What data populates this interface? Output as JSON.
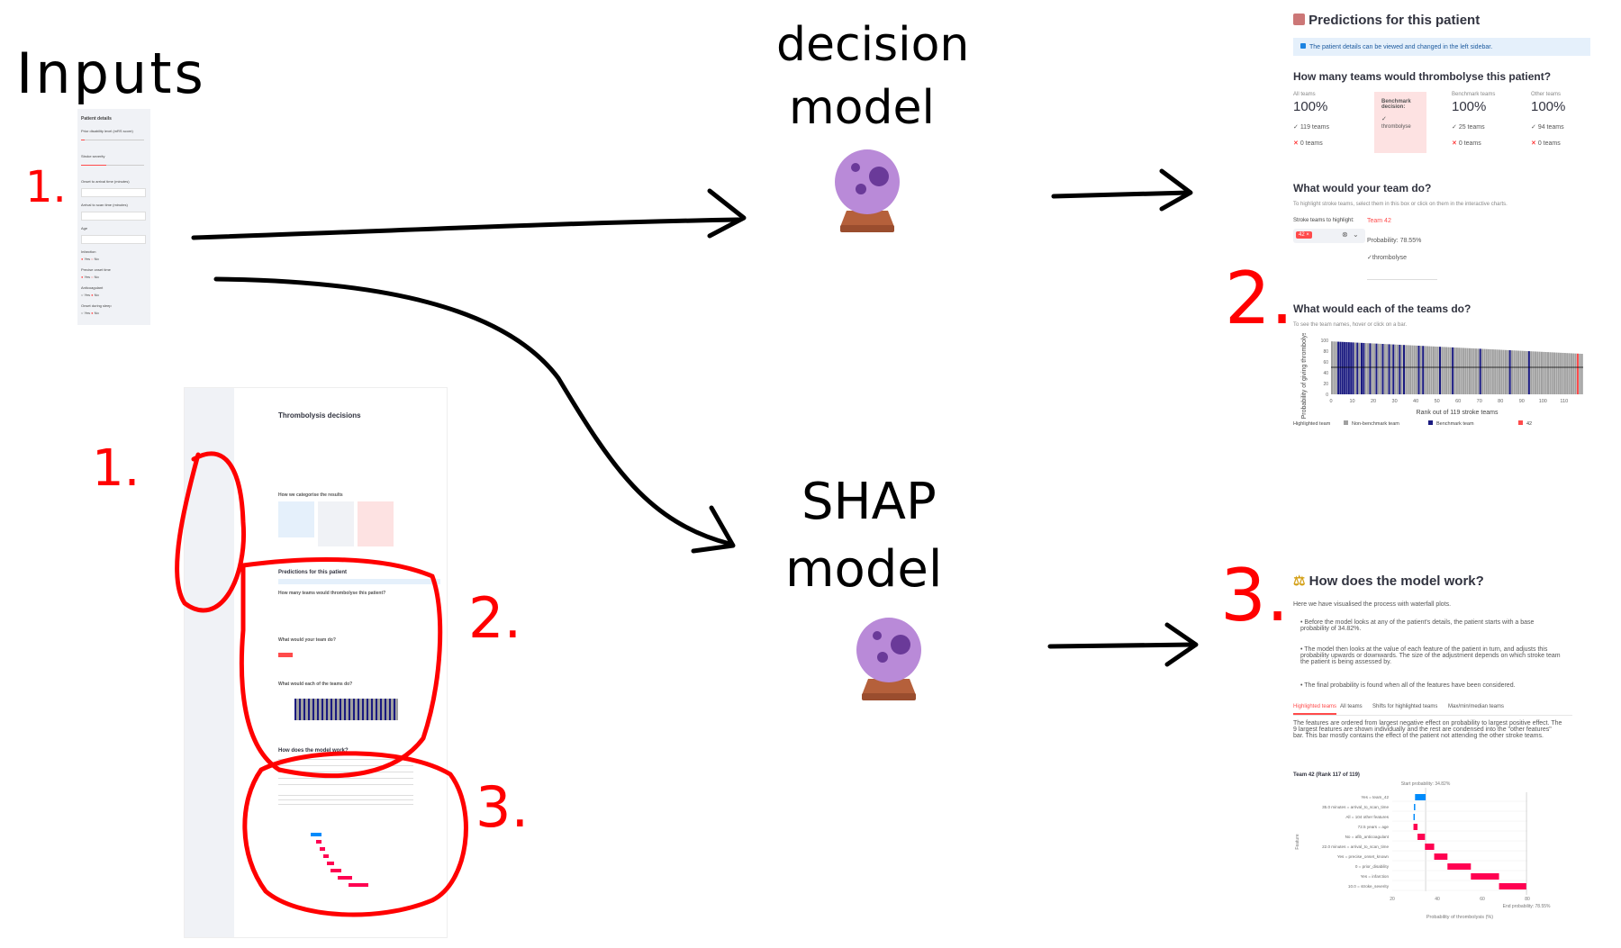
{
  "handwritten": {
    "inputs": "Inputs",
    "decision_model": [
      "decision",
      "model"
    ],
    "shap_model": [
      "SHAP",
      "model"
    ],
    "step1": "1.",
    "step2": "2.",
    "step3": "3."
  },
  "colors": {
    "annotation_red": "#ff0000",
    "benchmark_blue": "#1a1a80",
    "non_benchmark_grey": "#a0a0a0",
    "highlight_red": "#ff4b4b",
    "shap_pink": "#ff0051",
    "shap_blue": "#008bfb"
  },
  "sidebar_thumb": {
    "title": "Patient details",
    "fields": [
      "Prior disability level (mRS score)",
      "Stroke severity",
      "Onset to arrival time (minutes)",
      "Arrival to scan time (minutes)",
      "Age",
      "Infarction",
      "Precise onset time",
      "Anticoagulant",
      "Onset during sleep"
    ],
    "options": [
      "Yes",
      "No"
    ]
  },
  "app_thumb": {
    "title": "Thrombolysis decisions",
    "section": "How we categorise the results",
    "pred_title": "Predictions for this patient",
    "q1": "How many teams would thrombolyse this patient?",
    "q2": "What would your team do?",
    "q3": "What would each of the teams do?",
    "shap_title": "How does the model work?"
  },
  "predictions": {
    "title": "Predictions for this patient",
    "info": "The patient details can be viewed and changed in the left sidebar.",
    "question": "How many teams would thrombolyse this patient?",
    "columns": [
      {
        "label": "All teams",
        "pct": "100%",
        "yes": "119 teams",
        "no": "0 teams"
      },
      {
        "label": "Benchmark teams",
        "pct": "100%",
        "yes": "25 teams",
        "no": "0 teams"
      },
      {
        "label": "Other teams",
        "pct": "100%",
        "yes": "94 teams",
        "no": "0 teams"
      }
    ],
    "benchmark": {
      "label": "Benchmark decision:",
      "value": "thrombolyse"
    },
    "team_question": "What would your team do?",
    "team_hint": "To highlight stroke teams, select them in this box or click on them in the interactive charts.",
    "select_label": "Stroke teams to highlight:",
    "selected_tag": "42",
    "team_name": "Team 42",
    "probability": "Probability: 78.55%",
    "decision": "thrombolyse",
    "each_question": "What would each of the teams do?",
    "each_hint": "To see the team names, hover or click on a bar."
  },
  "chart_data": {
    "type": "bar",
    "ylabel": "Probability of giving thrombolysis (%)",
    "xlabel": "Rank out of 119 stroke teams",
    "ylim": [
      0,
      100
    ],
    "xticks": [
      "0",
      "10",
      "20",
      "30",
      "40",
      "50",
      "60",
      "70",
      "80",
      "90",
      "100",
      "110"
    ],
    "yticks": [
      "0",
      "20",
      "40",
      "60",
      "80",
      "100"
    ],
    "legend_title": "Highlighted team",
    "legend": [
      "Non-benchmark team",
      "Benchmark team",
      "42"
    ],
    "n_teams": 119,
    "threshold": 50,
    "values_start": 98,
    "values_end": 75,
    "benchmark_ranks": [
      4,
      5,
      6,
      7,
      8,
      9,
      10,
      11,
      13,
      15,
      16,
      19,
      22,
      25,
      28,
      30,
      33,
      35,
      42,
      44,
      52,
      58,
      71,
      85,
      94
    ],
    "highlight_rank": 117
  },
  "shap": {
    "title": "How does the model work?",
    "intro": "Here we have visualised the process with waterfall plots.",
    "bullets": [
      "Before the model looks at any of the patient's details, the patient starts with a base probability of 34.82%.",
      "The model then looks at the value of each feature of the patient in turn, and adjusts this probability upwards or downwards. The size of the adjustment depends on which stroke team the patient is being assessed by.",
      "The final probability is found when all of the features have been considered."
    ],
    "tabs": [
      "Highlighted teams",
      "All teams",
      "Shifts for highlighted teams",
      "Max/min/median teams"
    ],
    "desc": "The features are ordered from largest negative effect on probability to largest positive effect. The 9 largest features are shown individually and the rest are condensed into the \"other features\" bar. This bar mostly contains the effect of the patient not attending the other stroke teams."
  },
  "waterfall": {
    "type": "bar",
    "title": "Team 42 (Rank 117 of 119)",
    "top_label": "Start probability: 34.82%",
    "bottom_label": "End probability: 78.55%",
    "xlabel": "Probability of thrombolysis (%)",
    "ylabel": "Feature",
    "xticks": [
      "20",
      "40",
      "60",
      "80"
    ],
    "xlim": [
      20,
      80
    ],
    "base": 34.82,
    "features": [
      {
        "label": "Yes = team_42",
        "delta": -4.7
      },
      {
        "label": "35.0 minutes = arrival_to_scan_time",
        "delta": -0.5
      },
      {
        "label": "All = 104 other features",
        "delta": -0.2
      },
      {
        "label": "72.5 years = age",
        "delta": 1.8
      },
      {
        "label": "No = afib_anticoagulant",
        "delta": 3.3
      },
      {
        "label": "22.0 minutes = arrival_to_scan_time",
        "delta": 4.1
      },
      {
        "label": "Yes = precise_onset_known",
        "delta": 5.9
      },
      {
        "label": "0 = prior_disability",
        "delta": 10.4
      },
      {
        "label": "Yes = infarction",
        "delta": 12.5
      },
      {
        "label": "10.0 = stroke_severity",
        "delta": 12.2
      }
    ]
  }
}
